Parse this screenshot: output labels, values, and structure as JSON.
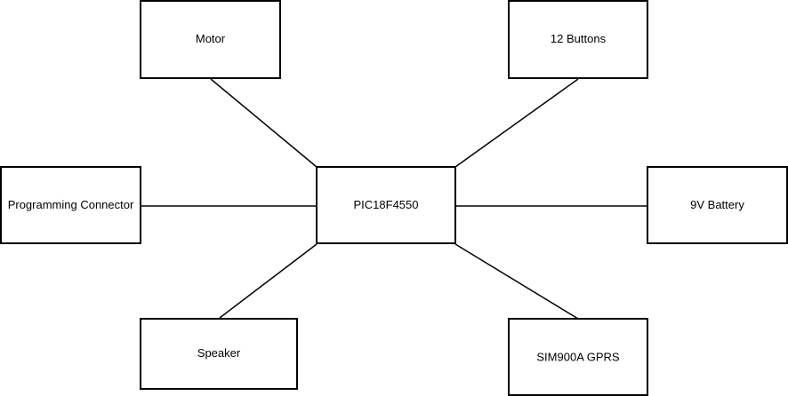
{
  "diagram": {
    "nodes": {
      "motor": "Motor",
      "buttons": "12 Buttons",
      "programming": "Programming Connector",
      "mcu": "PIC18F4550",
      "battery": "9V Battery",
      "speaker": "Speaker",
      "gprs": "SIM900A GPRS"
    },
    "edges": [
      [
        "mcu",
        "motor"
      ],
      [
        "mcu",
        "buttons"
      ],
      [
        "mcu",
        "programming"
      ],
      [
        "mcu",
        "battery"
      ],
      [
        "mcu",
        "speaker"
      ],
      [
        "mcu",
        "gprs"
      ]
    ],
    "colors": {
      "stroke": "#000000",
      "fill": "#ffffff",
      "background": "#ffffff"
    }
  }
}
